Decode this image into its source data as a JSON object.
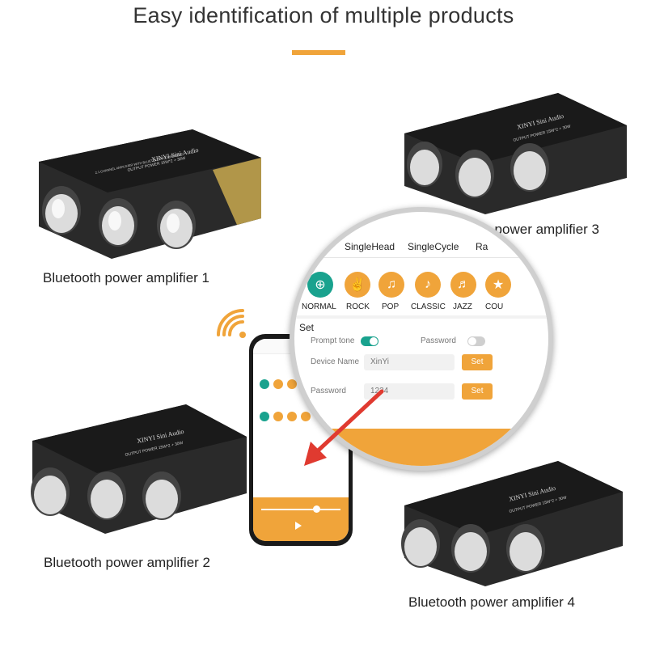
{
  "header": {
    "title": "Easy identification of multiple products"
  },
  "captions": {
    "amp1": "Bluetooth power amplifier 1",
    "amp2": "Bluetooth power amplifier 2",
    "amp3": "Bluetooth power amplifier 3",
    "amp4": "Bluetooth power amplifier 4"
  },
  "device_label": {
    "brand": "XINYI Sini Audio",
    "line1": "2.1 CHANNEL AMPLIFIER WITH BLUETOOTH COMPATIBLE",
    "line2": "OUTPUT POWER 15W*2 + 30W"
  },
  "app": {
    "tabs": [
      "SingleHead",
      "SingleCycle",
      "Ra"
    ],
    "modes": [
      "NORMAL",
      "ROCK",
      "POP",
      "CLASSIC",
      "JAZZ",
      "COU"
    ],
    "set_section": {
      "title": "Set",
      "prompt_tone_label": "Prompt tone",
      "prompt_tone_on": true,
      "password_toggle_label": "Password",
      "password_toggle_on": false,
      "device_name_label": "Device Name",
      "device_name_value": "XinYi",
      "password_label": "Password",
      "password_value": "1234",
      "set_button": "Set"
    }
  },
  "colors": {
    "accent": "#f0a43a",
    "board": "#1e1e1e",
    "arrow": "#e03a30",
    "toggle_on": "#19a28e"
  },
  "icons": [
    "wifi-icon",
    "arrow-icon",
    "knob-icon"
  ]
}
